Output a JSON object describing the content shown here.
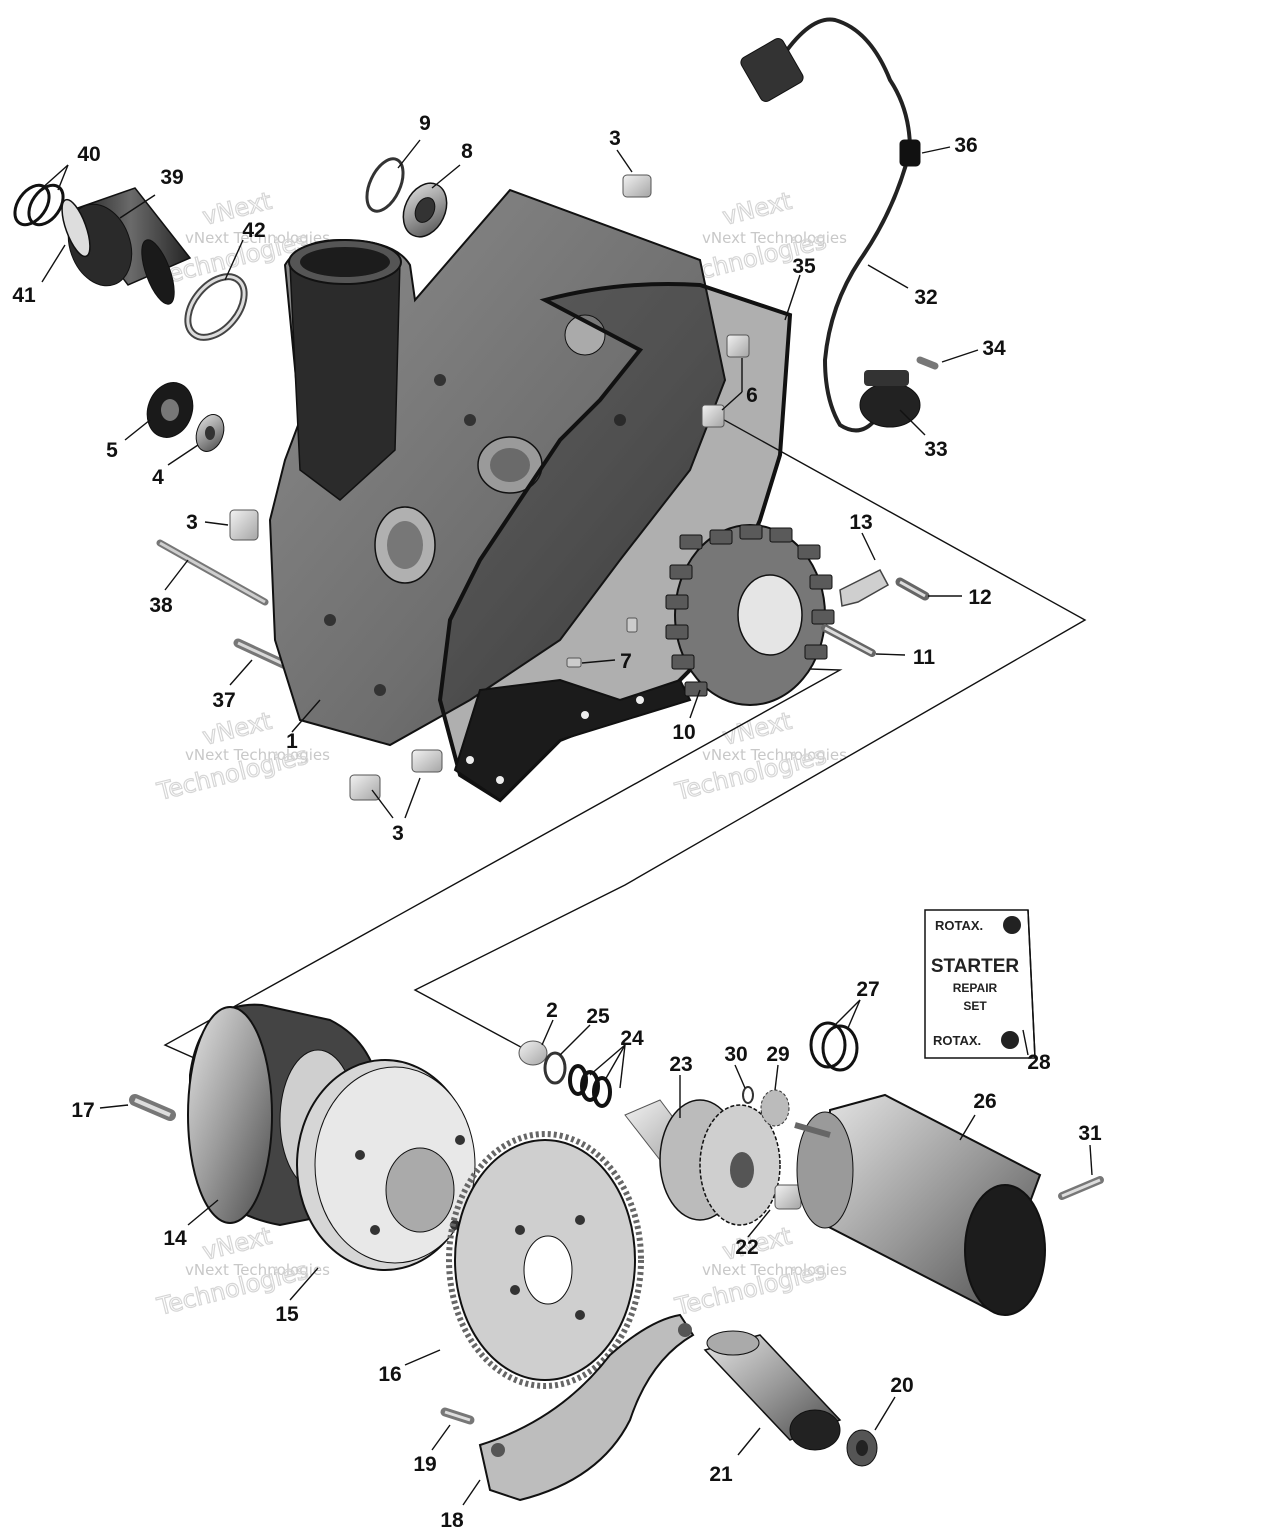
{
  "watermark": {
    "line1": "vNext Technologies",
    "line2": "vNext",
    "line3": "Technologies"
  },
  "repair_kit": {
    "brand": "ROTAX.",
    "title": "STARTER",
    "subtitle_1": "REPAIR",
    "subtitle_2": "SET"
  },
  "callouts": {
    "c1": "1",
    "c2": "2",
    "c3a": "3",
    "c3b": "3",
    "c3c": "3",
    "c4": "4",
    "c5": "5",
    "c6": "6",
    "c7": "7",
    "c8": "8",
    "c9": "9",
    "c10": "10",
    "c11": "11",
    "c12": "12",
    "c13": "13",
    "c14": "14",
    "c15": "15",
    "c16": "16",
    "c17": "17",
    "c18": "18",
    "c19": "19",
    "c20": "20",
    "c21": "21",
    "c22": "22",
    "c23": "23",
    "c24": "24",
    "c25": "25",
    "c26": "26",
    "c27": "27",
    "c28": "28",
    "c29": "29",
    "c30": "30",
    "c31": "31",
    "c32": "32",
    "c33": "33",
    "c34": "34",
    "c35": "35",
    "c36": "36",
    "c37": "37",
    "c38": "38",
    "c39": "39",
    "c40": "40",
    "c41": "41",
    "c42": "42"
  }
}
